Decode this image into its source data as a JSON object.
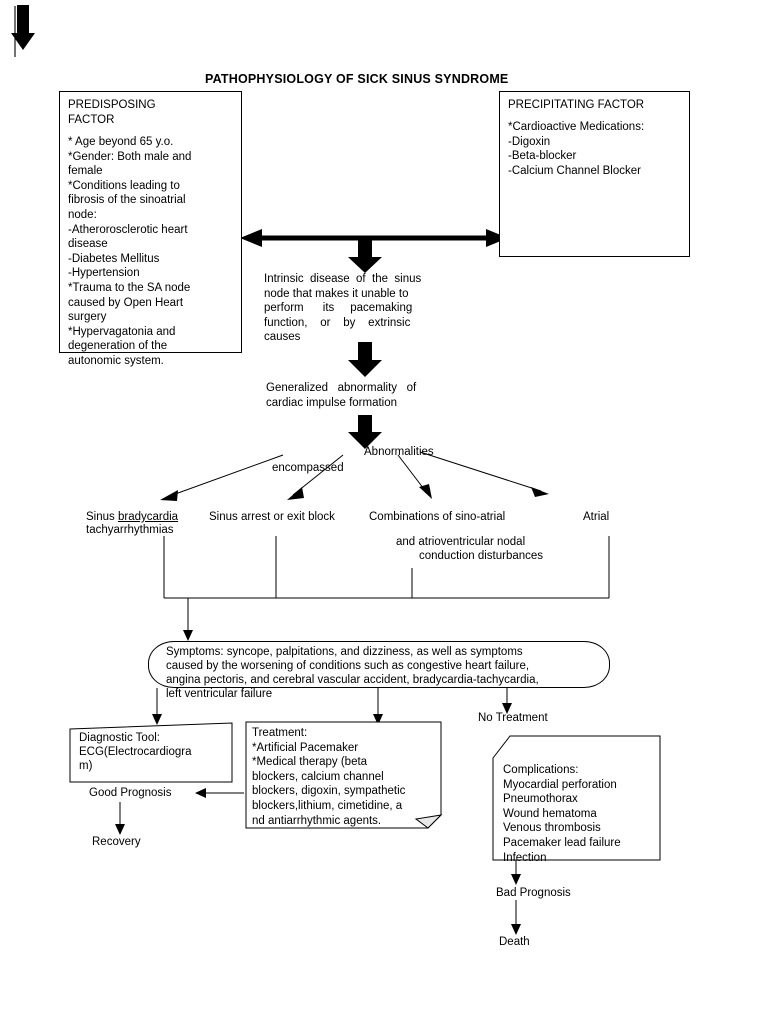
{
  "document": {
    "title": "PATHOPHYSIOLOGY OF SICK SINUS SYNDROME"
  },
  "boxes": {
    "predisposing": {
      "heading": "PREDISPOSING\nFACTOR",
      "body": "* Age beyond 65 y.o.\n*Gender: Both male and\nfemale\n*Conditions leading to\nfibrosis of the sinoatrial\nnode:\n-Atherorosclerotic heart\ndisease\n-Diabetes Mellitus\n-Hypertension\n*Trauma to the SA node\ncaused by Open Heart\nsurgery\n*Hypervagatonia and\ndegeneration of the\nautonomic system."
    },
    "precipitating": {
      "heading": "PRECIPITATING FACTOR",
      "body": "*Cardioactive Medications:\n-Digoxin\n-Beta-blocker\n-Calcium Channel Blocker"
    },
    "diagnostic_tool": {
      "text": "Diagnostic Tool:\nECG(Electrocardiogra\nm)"
    },
    "treatment": {
      "text": "Treatment:\n*Artificial Pacemaker\n*Medical therapy (beta\nblockers, calcium channel\nblockers, digoxin, sympathetic\nblockers,lithium, cimetidine, a\nnd antiarrhythmic agents."
    },
    "complications": {
      "text": "Complications:\nMyocardial perforation\nPneumothorax\nWound hematoma\nVenous thrombosis\nPacemaker lead failure\nInfection"
    },
    "symptoms": {
      "text": "Symptoms: syncope, palpitations, and dizziness, as well as symptoms\ncaused by the worsening of conditions such as congestive heart failure,\nangina pectoris, and cerebral vascular accident, bradycardia-tachycardia,\nleft ventricular failure"
    }
  },
  "nodes": {
    "intrinsic_disease": "Intrinsic  disease  of  the  sinus\nnode that makes it unable to\nperform      its     pacemaking\nfunction,    or    by    extrinsic\ncauses",
    "generalized_abnormality": "Generalized   abnormality   of\ncardiac impulse formation",
    "abnormalities": "Abnormalities",
    "encompassed": "encompassed",
    "branch_1_line1_a": "Sinus ",
    "branch_1_line1_b": "bradycardia",
    "branch_1_line2": "tachyarrhythmias",
    "branch_2": "Sinus arrest or exit block",
    "branch_3_line1": "Combinations of sino-atrial",
    "branch_3_line2": "and atrioventricular nodal",
    "branch_3_line3": "conduction disturbances",
    "branch_4": "Atrial",
    "no_treatment": "No Treatment",
    "good_prognosis": "Good Prognosis",
    "recovery": "Recovery",
    "bad_prognosis": "Bad Prognosis",
    "death": "Death"
  },
  "colors": {
    "stroke": "#000000",
    "background": "#ffffff",
    "fold_fill": "#e8e8e8"
  }
}
